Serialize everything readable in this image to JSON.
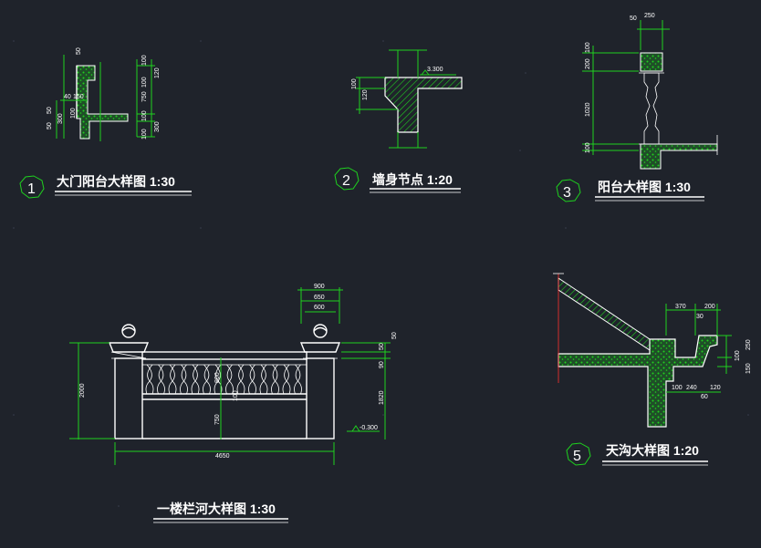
{
  "details": [
    {
      "id": "d1",
      "number": "1",
      "title": "大门阳台大样图  1:30"
    },
    {
      "id": "d2",
      "number": "2",
      "title": "墙身节点 1:20"
    },
    {
      "id": "d3",
      "number": "3",
      "title": "阳台大样图  1:30"
    },
    {
      "id": "d4",
      "number": "",
      "title": "一楼栏河大样图  1:30"
    },
    {
      "id": "d5",
      "number": "5",
      "title": "天沟大样图 1:20"
    }
  ],
  "dims": {
    "d1": [
      "50",
      "100",
      "120",
      "40",
      "150",
      "50",
      "300",
      "50",
      "750",
      "100",
      "100",
      "300",
      "100",
      "100"
    ],
    "d2": [
      "3.300",
      "100",
      "120"
    ],
    "d3": [
      "50",
      "250",
      "100",
      "200",
      "1020",
      "100"
    ],
    "d4": [
      "900",
      "650",
      "600",
      "50",
      "50",
      "90",
      "2000",
      "800",
      "100",
      "750",
      "1820",
      "-0.300",
      "4650"
    ],
    "d5": [
      "370",
      "200",
      "30",
      "250",
      "100",
      "150",
      "100",
      "240",
      "60",
      "120"
    ]
  },
  "colors": {
    "background": "#1f232b",
    "hatch": "#1fd11f",
    "lines": "#ffffff",
    "accent": "#ff3030"
  }
}
